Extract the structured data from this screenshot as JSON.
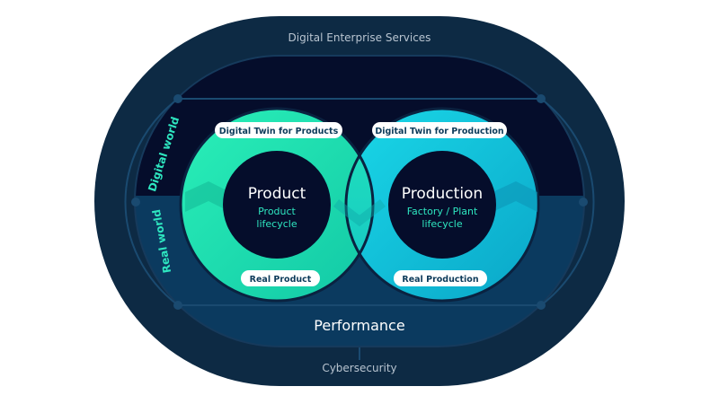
{
  "outer_label_top": "Digital Enterprise Services",
  "outer_label_bottom": "Cybersecurity",
  "side_label_upper": "Digital world",
  "side_label_lower": "Real world",
  "performance_label": "Performance",
  "left_loop": {
    "top_pill": "Digital Twin for Products",
    "bottom_pill": "Real Product",
    "title": "Product",
    "subtitle_line1": "Product",
    "subtitle_line2": "lifecycle"
  },
  "right_loop": {
    "top_pill": "Digital Twin for Production",
    "bottom_pill": "Real Production",
    "title": "Production",
    "subtitle_line1": "Factory / Plant",
    "subtitle_line2": "lifecycle"
  },
  "colors": {
    "outer": "#0d2a44",
    "upper_band": "#050d2b",
    "lower_band": "#0b3a5f",
    "green": "#1ee8b0",
    "cyan": "#18c9e0",
    "label_gray": "#b8c4d0",
    "side_label": "#2ee6c0"
  }
}
